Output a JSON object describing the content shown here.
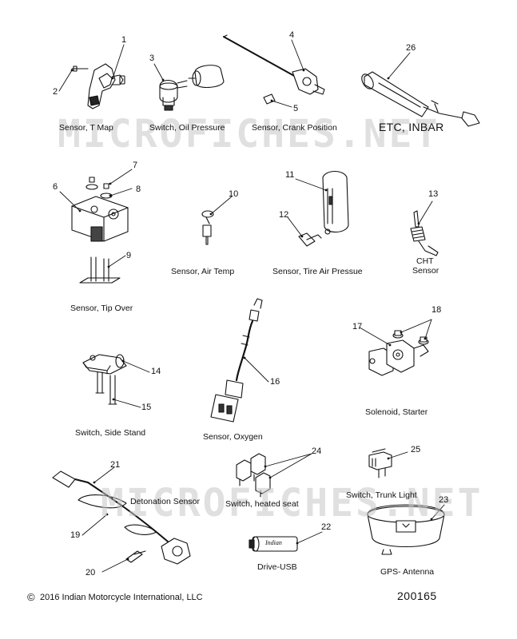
{
  "watermark": "MICROFICHES.NET",
  "captions": {
    "t_map": "Sensor, T Map",
    "oil_pressure": "Switch, Oil Pressure",
    "crank_position": "Sensor, Crank Position",
    "etc_inbar": "ETC, INBAR",
    "tip_over": "Sensor, Tip Over",
    "air_temp": "Sensor, Air Temp",
    "tire_air": "Sensor, Tire Air Pressue",
    "cht_line1": "CHT",
    "cht_line2": "Sensor",
    "side_stand": "Switch, Side Stand",
    "oxygen": "Sensor, Oxygen",
    "starter": "Solenoid, Starter",
    "detonation": "Detonation Sensor",
    "heated_seat": "Switch, heated seat",
    "trunk_light": "Switch, Trunk Light",
    "drive_usb": "Drive-USB",
    "gps": "GPS- Antenna",
    "usb_brand": "Indian"
  },
  "callouts": [
    "1",
    "2",
    "3",
    "4",
    "5",
    "6",
    "7",
    "8",
    "9",
    "10",
    "11",
    "12",
    "13",
    "14",
    "15",
    "16",
    "17",
    "18",
    "19",
    "20",
    "21",
    "22",
    "23",
    "24",
    "25",
    "26"
  ],
  "footer": {
    "copyright_symbol": "©",
    "copyright": "2016 Indian Motorcycle International, LLC",
    "diagram_number": "200165"
  }
}
